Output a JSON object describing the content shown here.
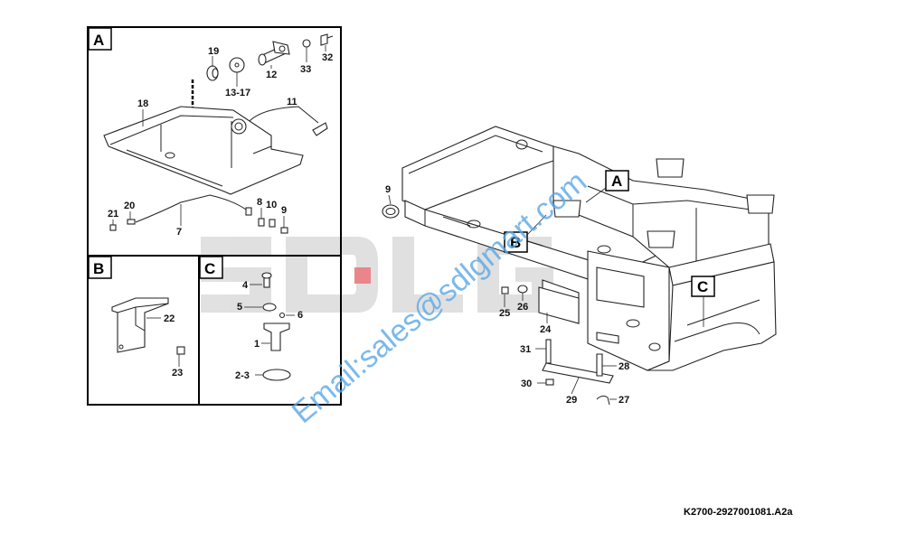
{
  "panels": {
    "A": {
      "tag": "A"
    },
    "B": {
      "tag": "B"
    },
    "C": {
      "tag": "C"
    }
  },
  "callouts": {
    "A": "A",
    "B": "B",
    "C": "C"
  },
  "labels": {
    "p19": "19",
    "p1317": "13-17",
    "p12": "12",
    "p33": "33",
    "p32": "32",
    "p18": "18",
    "p11": "11",
    "p21": "21",
    "p20": "20",
    "p7": "7",
    "p8": "8",
    "p10": "10",
    "p9a": "9",
    "p22": "22",
    "p23": "23",
    "p4": "4",
    "p5": "5",
    "p6": "6",
    "p1": "1",
    "p23c": "2-3",
    "p9": "9",
    "p25": "25",
    "p26": "26",
    "p24": "24",
    "p31": "31",
    "p28": "28",
    "p30": "30",
    "p29": "29",
    "p27": "27"
  },
  "watermark": {
    "logo": "SDLG",
    "email": "Email:sales@sdlgmart.com"
  },
  "drawing_code": "K2700-2927001081.A2a",
  "colors": {
    "watermark_text": "#5aa7e6",
    "watermark_logo": "#c8c8c8",
    "logo_accent": "#d9252a",
    "lines": "#222222"
  }
}
